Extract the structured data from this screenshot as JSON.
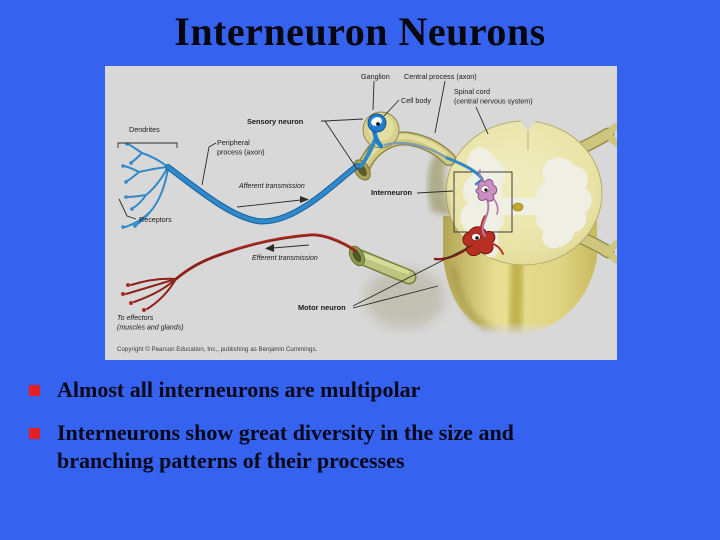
{
  "slide": {
    "title": "Interneuron Neurons",
    "background_color": "#3563f0",
    "text_color": "#07071a",
    "bullet_marker_color": "#e81d1d",
    "bullets": [
      "Almost all interneurons are multipolar",
      "Interneurons show great diversity in the size and\nbranching patterns of their processes"
    ]
  },
  "diagram": {
    "description": "Reflex arc: sensory neuron, interneuron and motor neuron with spinal cord cross-section",
    "background_color": "#d8d8d8",
    "labels": {
      "ganglion": "Ganglion",
      "central_process": "Central process (axon)",
      "cell_body": "Cell body",
      "spinal_cord_line1": "Spinal cord",
      "spinal_cord_line2": "(central nervous system)",
      "sensory_neuron": "Sensory neuron",
      "dendrites": "Dendrites",
      "peripheral_process_line1": "Peripheral",
      "peripheral_process_line2": "process (axon)",
      "afferent": "Afferent transmission",
      "interneuron": "Interneuron",
      "receptors": "Receptors",
      "efferent": "Efferent transmission",
      "motor_neuron": "Motor neuron",
      "to_effectors_line1": "To effectors",
      "to_effectors_line2": "(muscles and glands)",
      "copyright": "Copyright © Pearson Education, Inc., publishing as Benjamin Cummings."
    },
    "colors": {
      "sensory_neuron_blue": "#2f89cb",
      "motor_neuron_red": "#8e2019",
      "interneuron_purple": "#c88fc0",
      "nerve_sheath_tan": "#d2cb82",
      "spinal_cord_yellow": "#e9e3a6",
      "gray_matter_white": "#f0efe3"
    }
  }
}
